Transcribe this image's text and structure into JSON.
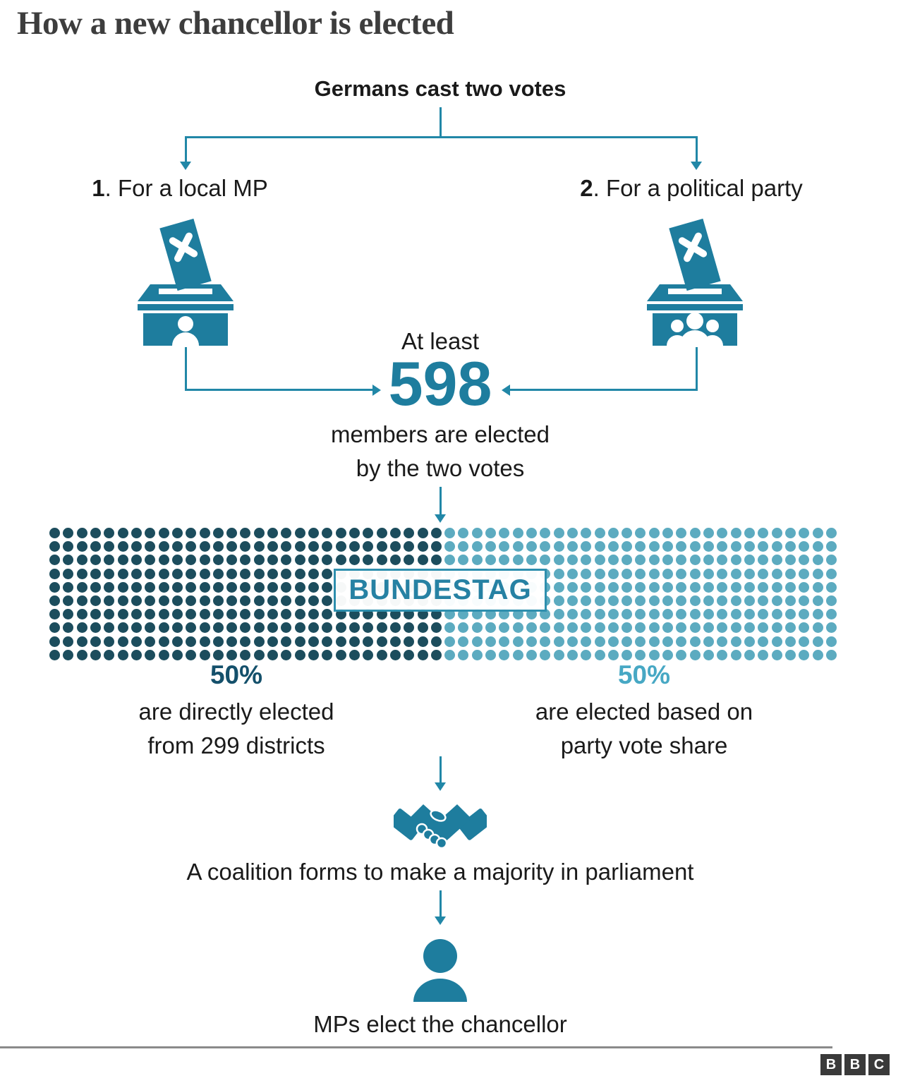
{
  "title": "How a new chancellor is elected",
  "flow": {
    "top_label": "Germans cast two votes",
    "vote1": {
      "number": "1",
      "rest": ". For a local MP"
    },
    "vote2": {
      "number": "2",
      "rest": ". For a political party"
    },
    "at_least": "At least",
    "members_count": "598",
    "members_caption_line1": "members are elected",
    "members_caption_line2": "by the two votes",
    "bundestag_label": "BUNDESTAG",
    "left_share": {
      "pct": "50%",
      "line1": "are directly elected",
      "line2": "from 299 districts"
    },
    "right_share": {
      "pct": "50%",
      "line1": "are elected based on",
      "line2": "party vote share"
    },
    "coalition_caption": "A coalition forms to make a majority in parliament",
    "chancellor_caption": "MPs elect the chancellor"
  },
  "seat_matrix": {
    "rows": 10,
    "cols": 58,
    "dark_cols": 29
  },
  "icons": [
    "ballot-box-single-voter-icon",
    "ballot-box-party-icon",
    "handshake-icon",
    "chancellor-person-icon"
  ],
  "colors": {
    "teal": "#1e7d9e",
    "line": "#2187a7",
    "dark_seat": "#1c4d5d",
    "light_seat": "#5cabc0",
    "dark_teal": "#14506b",
    "light_teal": "#47a8c4",
    "text": "#222222",
    "title": "#3d3d3d",
    "bundestag_text": "#2681a3",
    "bundestag_border": "#2e8fae",
    "footer_line": "#8a8a8a",
    "bbc": "#3a3a3a"
  },
  "footer": {
    "logo_blocks": [
      "B",
      "B",
      "C"
    ]
  }
}
